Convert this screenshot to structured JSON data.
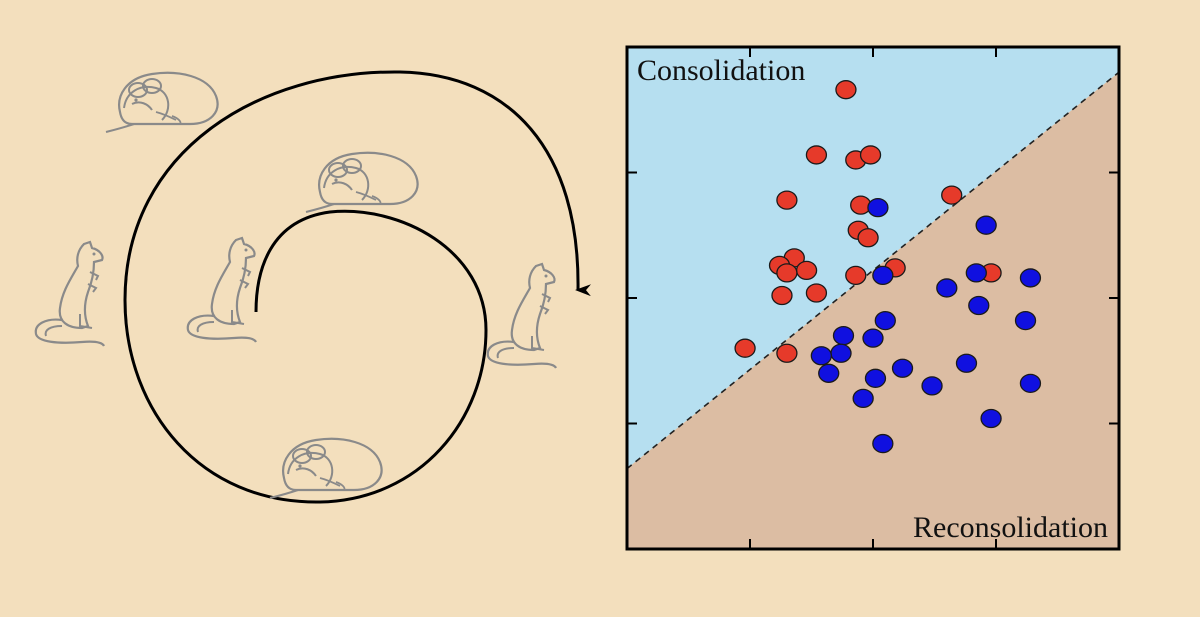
{
  "colors": {
    "background": "#f3dfbd",
    "consolidation_region": "#b6dff0",
    "reconsolidation_region": "#dcbda3",
    "red_point": "#e63a2a",
    "blue_point": "#1010e0",
    "animal_stroke": "#8a8a8a",
    "arrow": "#000000"
  },
  "icons": {
    "sleeping_mouse": "sleeping-mouse-icon",
    "standing_rat": "standing-rat-icon"
  },
  "plot": {
    "top_label": "Consolidation",
    "bottom_label": "Reconsolidation"
  },
  "chart_data": {
    "type": "scatter",
    "xlim": [
      0,
      10
    ],
    "ylim": [
      0,
      10
    ],
    "grid": false,
    "boundary": {
      "from": [
        0,
        1.6
      ],
      "to": [
        10,
        9.5
      ],
      "style": "dashed"
    },
    "series": [
      {
        "color": "#e63a2a",
        "points": [
          [
            4.45,
            9.15
          ],
          [
            3.85,
            7.85
          ],
          [
            4.65,
            7.75
          ],
          [
            4.95,
            7.85
          ],
          [
            3.25,
            6.95
          ],
          [
            4.75,
            6.85
          ],
          [
            6.6,
            7.05
          ],
          [
            4.7,
            6.35
          ],
          [
            4.9,
            6.2
          ],
          [
            3.4,
            5.8
          ],
          [
            3.1,
            5.65
          ],
          [
            3.65,
            5.55
          ],
          [
            3.25,
            5.5
          ],
          [
            5.45,
            5.6
          ],
          [
            4.65,
            5.45
          ],
          [
            3.15,
            5.05
          ],
          [
            3.85,
            5.1
          ],
          [
            2.4,
            4.0
          ],
          [
            3.25,
            3.9
          ],
          [
            7.4,
            5.5
          ]
        ]
      },
      {
        "color": "#1010e0",
        "points": [
          [
            5.1,
            6.8
          ],
          [
            7.3,
            6.45
          ],
          [
            7.1,
            5.5
          ],
          [
            8.2,
            5.4
          ],
          [
            5.2,
            5.45
          ],
          [
            6.5,
            5.2
          ],
          [
            7.15,
            4.85
          ],
          [
            8.1,
            4.55
          ],
          [
            5.25,
            4.55
          ],
          [
            4.4,
            4.25
          ],
          [
            5.0,
            4.2
          ],
          [
            4.35,
            3.9
          ],
          [
            3.95,
            3.85
          ],
          [
            5.6,
            3.6
          ],
          [
            6.9,
            3.7
          ],
          [
            4.1,
            3.5
          ],
          [
            5.05,
            3.4
          ],
          [
            6.2,
            3.25
          ],
          [
            8.2,
            3.3
          ],
          [
            4.8,
            3.0
          ],
          [
            7.4,
            2.6
          ],
          [
            5.2,
            2.1
          ]
        ]
      }
    ]
  }
}
